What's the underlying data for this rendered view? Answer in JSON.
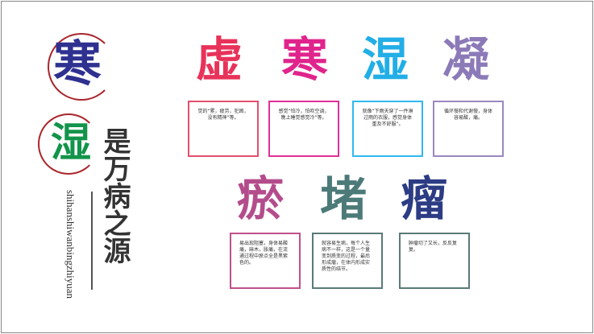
{
  "title": {
    "char1": "寒",
    "char2": "湿",
    "rest": "是万病之源",
    "pinyin_line1": "shihanshi",
    "pinyin_line2": "wanbingzhiyuan"
  },
  "row1": [
    {
      "char": "虚",
      "color": "#e8325a",
      "text": "觉的“累，疲劳，犯困，没有精神”等。"
    },
    {
      "char": "寒",
      "color": "#e0248c",
      "text": "感觉“怕冷，怕吹空调，晚上睡觉感觉冷”等。"
    },
    {
      "char": "湿",
      "color": "#22aee6",
      "text": "就像“下雨天穿了一件淋过雨的衣服，感觉身体重及不舒服”。"
    },
    {
      "char": "凝",
      "color": "#8c7ab8",
      "text": "循环慢和代谢慢，身体容易酸，痛。"
    }
  ],
  "row2": [
    {
      "char": "瘀",
      "color": "#b44c8c",
      "text": "易出现阻塞，身体易酸痛，麻木，胀痛，在流通过程中瘀点全是黑紫色的。"
    },
    {
      "char": "堵",
      "color": "#4c7a78",
      "text": "就容易生病，每个人生病不一样，这是一个量变到质变的过程，最后形成瘤，在体内形成实质性的结节。"
    },
    {
      "char": "瘤",
      "color": "#2c3c84",
      "text": "肿瘤切了又长，反反复复。"
    }
  ]
}
